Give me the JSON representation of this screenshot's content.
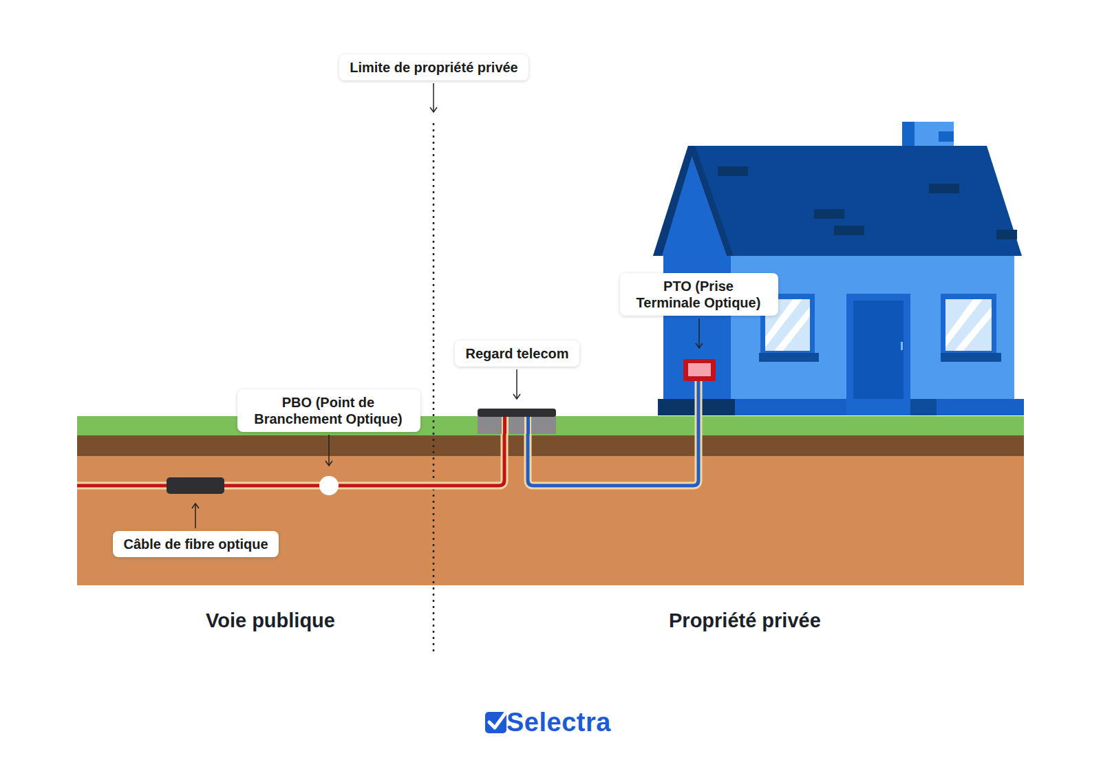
{
  "diagram": {
    "nodes": [
      {
        "text": [
          "Limite de propriété privée"
        ]
      },
      {
        "text": [
          "PTO (Prise Terminale Optique)"
        ]
      },
      {
        "text": [
          "Regard telecom"
        ]
      },
      {
        "text": [
          "PBO (Point de Branchement Optique)"
        ]
      },
      {
        "text": [
          "Câble de fibre optique"
        ]
      }
    ],
    "edges": [],
    "labels": [
      "Voie publique",
      "Propriété privée",
      "Selectra"
    ]
  }
}
